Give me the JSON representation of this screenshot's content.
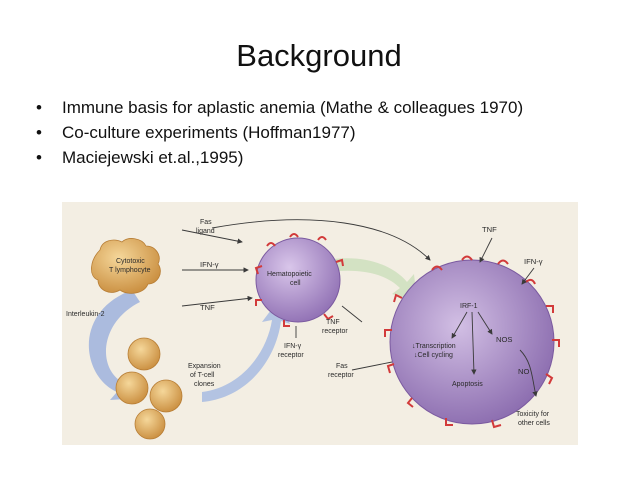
{
  "slide": {
    "title": "Background",
    "bullets": [
      "Immune basis for aplastic anemia (Mathe & colleagues 1970)",
      "Co-culture experiments (Hoffman1977)",
      "Maciejewski et.al.,1995)"
    ],
    "bullet_glyph": "•"
  },
  "figure": {
    "labels": {
      "fas_ligand_1": "Fas",
      "fas_ligand_2": "ligand",
      "ctl_1": "Cytotoxic",
      "ctl_2": "T lymphocyte",
      "ifn_left": "IFN-γ",
      "tnf_left": "TNF",
      "interleukin": "Interleukin-2",
      "hema_1": "Hematopoietic",
      "hema_2": "cell",
      "tnf_receptor_1": "TNF",
      "tnf_receptor_2": "receptor",
      "ifn_receptor_1": "IFN-γ",
      "ifn_receptor_2": "receptor",
      "fas_receptor_1": "Fas",
      "fas_receptor_2": "receptor",
      "expansion_1": "Expansion",
      "expansion_2": "of T-cell",
      "expansion_3": "clones",
      "tnf_right": "TNF",
      "ifn_right": "IFN-γ",
      "irf1": "IRF-1",
      "nos": "NOS",
      "transcription": "↓Transcription",
      "cell_cycling": "↓Cell cycling",
      "no": "NO",
      "apoptosis": "Apoptosis",
      "toxicity_1": "Toxicity for",
      "toxicity_2": "other cells"
    },
    "colors": {
      "background": "#f3eee3",
      "t_cell": "#e3b56a",
      "hematopoietic_cell": "#b69ad0",
      "target_cell": "#a989c6",
      "receptor": "#d23a3a",
      "arrow_blue": "#8fa6d8",
      "arrow_green": "#c9dcb8",
      "line": "#3a3a3a"
    },
    "icons": [
      "cytotoxic-t-lymphocyte-icon",
      "t-cell-clone-icon",
      "hematopoietic-cell-icon",
      "target-cell-icon"
    ]
  }
}
